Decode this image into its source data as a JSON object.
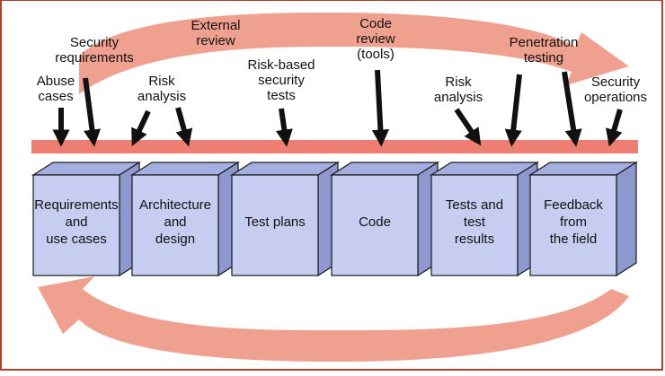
{
  "colors": {
    "cycle_arrow": "#f0a08f",
    "bar": "#ee7e74",
    "box_front": "#c6cdf0",
    "box_side": "#8e98cf",
    "box_top": "#a4aee0",
    "frame": "#b0402c",
    "pointer_arrow": "#111111"
  },
  "phases": [
    {
      "lines": [
        "Requirements",
        "and",
        "use cases"
      ]
    },
    {
      "lines": [
        "Architecture",
        "and",
        "design"
      ]
    },
    {
      "lines": [
        "Test plans"
      ]
    },
    {
      "lines": [
        "Code"
      ]
    },
    {
      "lines": [
        "Tests and",
        "test",
        "results"
      ]
    },
    {
      "lines": [
        "Feedback",
        "from",
        "the field"
      ]
    }
  ],
  "touchpoints": [
    {
      "lines": [
        "Abuse",
        "cases"
      ]
    },
    {
      "lines": [
        "Security",
        "requirements"
      ]
    },
    {
      "lines": [
        "Risk",
        "analysis"
      ]
    },
    {
      "lines": [
        "External",
        "review"
      ]
    },
    {
      "lines": [
        "Risk-based",
        "security",
        "tests"
      ]
    },
    {
      "lines": [
        "Code",
        "review",
        "(tools)"
      ]
    },
    {
      "lines": [
        "Risk",
        "analysis"
      ]
    },
    {
      "lines": [
        "Penetration",
        "testing"
      ]
    },
    {
      "lines": [
        "Security",
        "operations"
      ]
    }
  ]
}
